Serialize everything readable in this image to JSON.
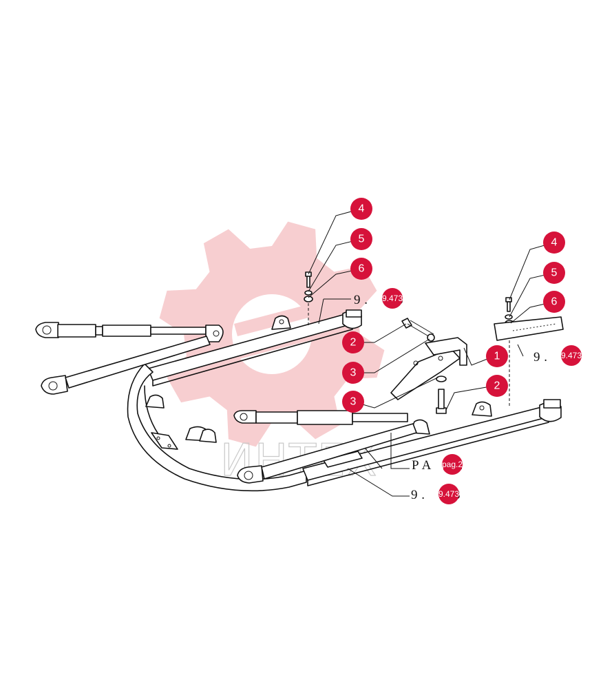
{
  "watermark": {
    "text": "ИНТЕХ",
    "gear_color": "#f6c6c8"
  },
  "accent_color": "#d6123a",
  "callouts": [
    {
      "id": "c4a",
      "label": "4"
    },
    {
      "id": "c5a",
      "label": "5"
    },
    {
      "id": "c6a",
      "label": "6"
    },
    {
      "id": "c2a",
      "label": "2"
    },
    {
      "id": "c3a",
      "label": "3"
    },
    {
      "id": "c3b",
      "label": "3"
    },
    {
      "id": "c4b",
      "label": "4"
    },
    {
      "id": "c5b",
      "label": "5"
    },
    {
      "id": "c6b",
      "label": "6"
    },
    {
      "id": "c1",
      "label": "1"
    },
    {
      "id": "c2b",
      "label": "2"
    }
  ],
  "references": [
    {
      "id": "r1",
      "text": "9 .     7 3",
      "badge": "9.473"
    },
    {
      "id": "r2",
      "text": "9 .",
      "badge": "9.473"
    },
    {
      "id": "r3",
      "text": "P A       2",
      "badge": "pag.2"
    },
    {
      "id": "r4",
      "text": "9 .     7 3",
      "badge": "9.473"
    }
  ]
}
